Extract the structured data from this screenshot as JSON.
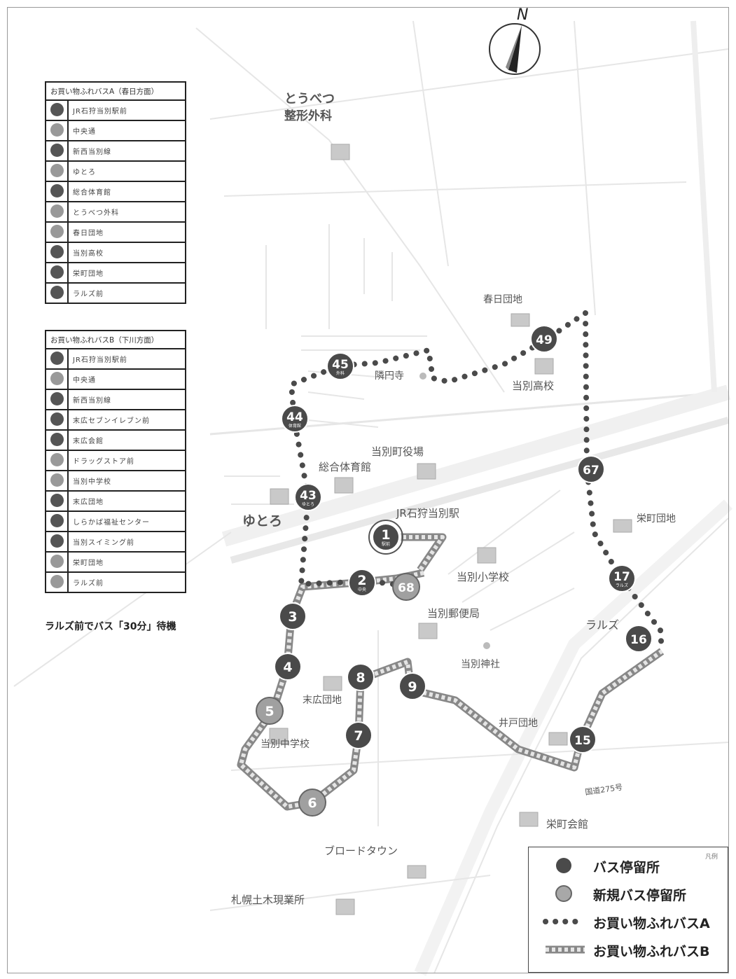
{
  "compass": {
    "letter": "N"
  },
  "legend_a": {
    "header": "お買い物ふれバスA（春日方面）",
    "rows": [
      "JR石狩当別駅前",
      "中央通",
      "新西当別線",
      "ゆとろ",
      "総合体育館",
      "とうべつ外科",
      "春日団地",
      "当別高校",
      "栄町団地",
      "ラルズ前"
    ]
  },
  "legend_b": {
    "header": "お買い物ふれバスB（下川方面）",
    "rows": [
      "JR石狩当別駅前",
      "中央通",
      "新西当別線",
      "末広セブンイレブン前",
      "末広会館",
      "ドラッグストア前",
      "当別中学校",
      "末広団地",
      "しらかば福祉センター",
      "当別スイミング前",
      "栄町団地",
      "ラルズ前"
    ]
  },
  "ralz_caption": "ラルズ前でバス「30分」待機",
  "map": {
    "place_labels": [
      {
        "id": "toubetsu-geka-kana",
        "text": "とうべつ"
      },
      {
        "id": "toubetsu-geka",
        "text": "整形外科"
      },
      {
        "id": "kasuga-danchi",
        "text": "春日団地"
      },
      {
        "id": "ryoen-ji",
        "text": "隣円寺"
      },
      {
        "id": "toubetsu-koukou",
        "text": "当別高校"
      },
      {
        "id": "yakuba",
        "text": "当別町役場"
      },
      {
        "id": "sougou-taiikukan",
        "text": "総合体育館"
      },
      {
        "id": "yutoro",
        "text": "ゆとろ"
      },
      {
        "id": "jr-station",
        "text": "JR石狩当別駅"
      },
      {
        "id": "sakaemachi-danchi",
        "text": "栄町団地"
      },
      {
        "id": "toubetsu-shougakkou",
        "text": "当別小学校"
      },
      {
        "id": "yuubinkyoku",
        "text": "当別郵便局"
      },
      {
        "id": "ralz",
        "text": "ラルズ"
      },
      {
        "id": "toubetsu-jinja",
        "text": "当別神社"
      },
      {
        "id": "suehiro-danchi",
        "text": "末広団地"
      },
      {
        "id": "toubetsu-chuugakkou",
        "text": "当別中学校"
      },
      {
        "id": "ido-danchi",
        "text": "井戸団地"
      },
      {
        "id": "route-275",
        "text": "国道275号"
      },
      {
        "id": "sakaemachi-kaikan",
        "text": "栄町会館"
      },
      {
        "id": "broadtown",
        "text": "ブロードタウン"
      },
      {
        "id": "doboku",
        "text": "札幌土木現業所"
      }
    ],
    "stops": [
      {
        "num": "1",
        "type": "existing",
        "sub": "駅前"
      },
      {
        "num": "2",
        "type": "existing",
        "sub": "中央"
      },
      {
        "num": "3",
        "type": "existing",
        "sub": ""
      },
      {
        "num": "4",
        "type": "existing",
        "sub": ""
      },
      {
        "num": "5",
        "type": "new",
        "sub": ""
      },
      {
        "num": "6",
        "type": "new",
        "sub": ""
      },
      {
        "num": "7",
        "type": "existing",
        "sub": ""
      },
      {
        "num": "8",
        "type": "existing",
        "sub": ""
      },
      {
        "num": "9",
        "type": "existing",
        "sub": ""
      },
      {
        "num": "15",
        "type": "existing",
        "sub": ""
      },
      {
        "num": "16",
        "type": "existing",
        "sub": ""
      },
      {
        "num": "17",
        "type": "existing",
        "sub": "ラルズ"
      },
      {
        "num": "43",
        "type": "existing",
        "sub": "ゆとろ"
      },
      {
        "num": "44",
        "type": "existing",
        "sub": "体育館"
      },
      {
        "num": "45",
        "type": "existing",
        "sub": "外科"
      },
      {
        "num": "49",
        "type": "existing",
        "sub": ""
      },
      {
        "num": "67",
        "type": "existing",
        "sub": ""
      },
      {
        "num": "68",
        "type": "new",
        "sub": ""
      }
    ]
  },
  "legend": {
    "corner": "凡例",
    "items": [
      {
        "id": "stop",
        "label": "バス停留所"
      },
      {
        "id": "new-stop",
        "label": "新規バス停留所"
      },
      {
        "id": "route-a",
        "label": "お買い物ふれバスA"
      },
      {
        "id": "route-b",
        "label": "お買い物ふれバスB"
      }
    ]
  },
  "colors": {
    "stop": "#4a4a4a",
    "new_stop": "#a0a0a0",
    "route_a": "#444444",
    "route_b_dash": "#b0b0b0",
    "road": "#ececec"
  }
}
